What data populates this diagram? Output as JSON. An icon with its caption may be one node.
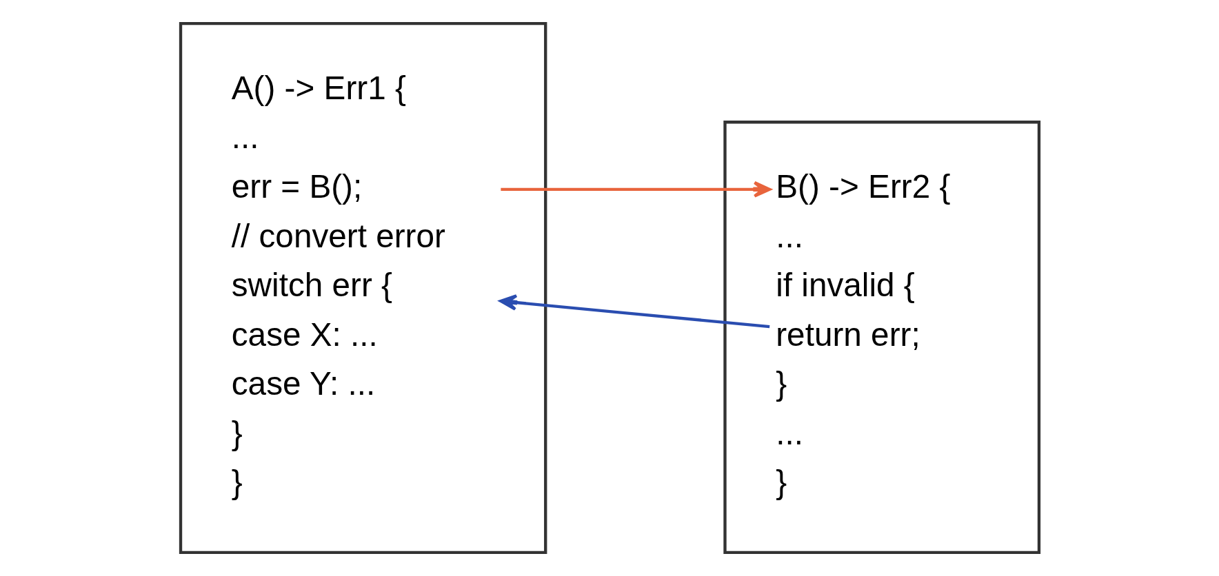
{
  "diagram": {
    "nodes": [
      {
        "text": [],
        "shape": "box"
      },
      {
        "text": [
          "A() -> Err1 {"
        ],
        "in": 0
      },
      {
        "text": [
          "..."
        ],
        "in": 0
      },
      {
        "text": [
          "err = B();"
        ],
        "in": 0
      },
      {
        "text": [
          "// convert error"
        ],
        "in": 0
      },
      {
        "text": [
          "switch err {"
        ],
        "in": 0
      },
      {
        "text": [
          "case X: ..."
        ],
        "in": 0
      },
      {
        "text": [
          "case Y: ..."
        ],
        "in": 0
      },
      {
        "text": [
          "}"
        ],
        "in": 0
      },
      {
        "text": [
          "}"
        ],
        "in": 0
      },
      {
        "text": [],
        "shape": "box"
      },
      {
        "text": [
          "B() -> Err2 {"
        ],
        "in": 10
      },
      {
        "text": [
          "..."
        ],
        "in": 10
      },
      {
        "text": [
          "if invalid {"
        ],
        "in": 10
      },
      {
        "text": [
          "return err;"
        ],
        "in": 10
      },
      {
        "text": [
          "}"
        ],
        "in": 10
      },
      {
        "text": [
          "..."
        ],
        "in": 10
      },
      {
        "text": [
          "}"
        ],
        "in": 10
      }
    ],
    "edges": [
      {
        "from": 3,
        "to": 11,
        "arrow": "to",
        "color": "#e8643c"
      },
      {
        "from": 14,
        "to": 5,
        "arrow": "to",
        "color": "#2a4db0"
      }
    ]
  }
}
